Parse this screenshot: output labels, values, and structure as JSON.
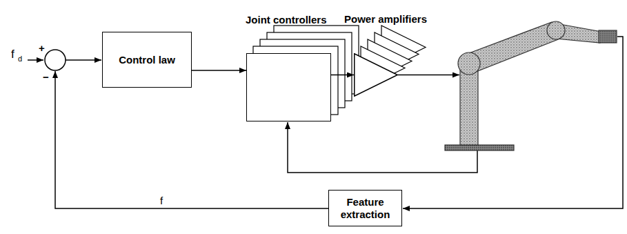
{
  "diagram": {
    "nodes": [
      {
        "text": [
          "Control law"
        ]
      },
      {
        "text": [
          "Joint controllers"
        ]
      },
      {
        "text": [
          "Power amplifiers"
        ]
      },
      {
        "text": [
          "Feature extraction"
        ]
      }
    ],
    "edges": [
      {
        "from": 0,
        "to": 1,
        "arrow": "to"
      },
      {
        "from": 1,
        "to": 2,
        "arrow": "to"
      }
    ],
    "labels": [
      "f",
      "d",
      "+",
      "−",
      "f"
    ]
  }
}
